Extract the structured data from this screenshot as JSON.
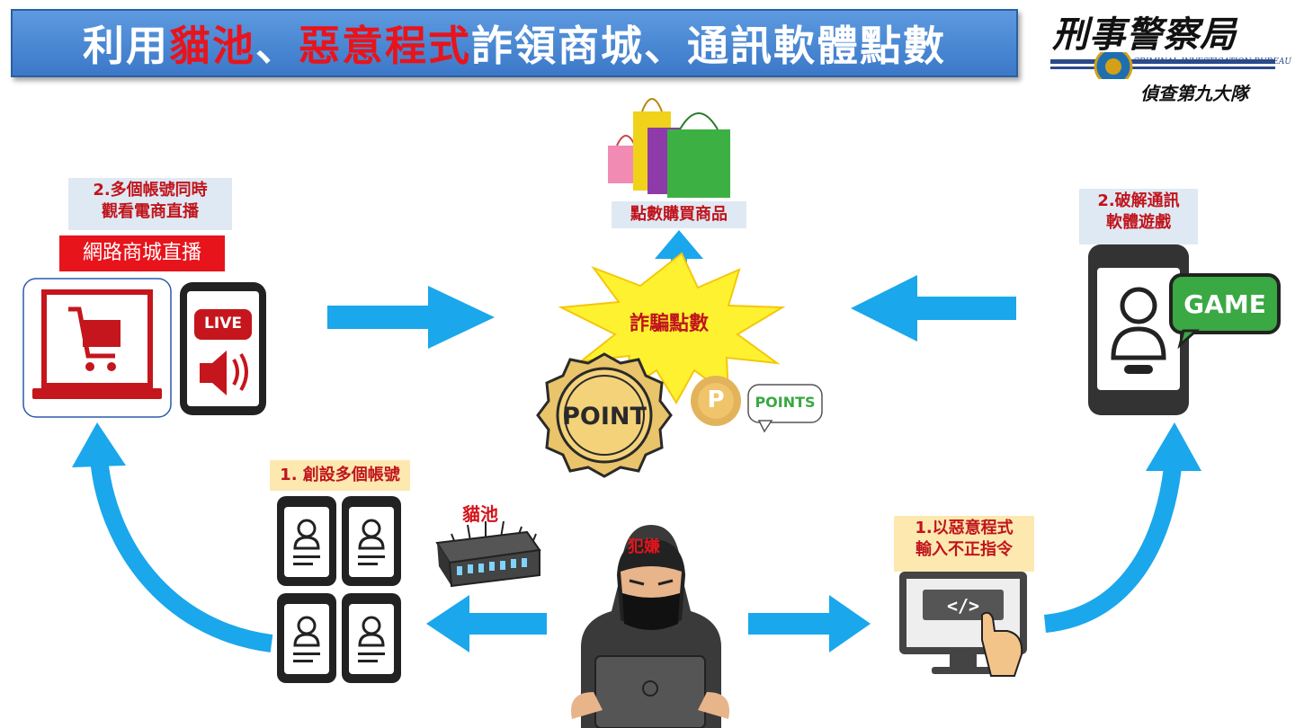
{
  "title": {
    "part1": "利用",
    "highlight1": "貓池",
    "part2": "、",
    "highlight2": "惡意程式",
    "part3": "詐領商城、通訊軟體點數"
  },
  "logo": {
    "main": "刑事警察局",
    "sub": "CRIMINAL INVESTIGATION BUREAU",
    "unit": "偵查第九大隊"
  },
  "labels": {
    "watch_line1": "2.多個帳號同時",
    "watch_line2": "觀看電商直播",
    "live_mall": "網路商城直播",
    "buy": "點數購買商品",
    "hack_line1": "2.破解通訊",
    "hack_line2": "軟體遊戲",
    "create": "1. 創設多個帳號",
    "malware_line1": "1.以惡意程式",
    "malware_line2": "輸入不正指令",
    "catpool": "貓池",
    "criminal": "犯嫌",
    "fraud_points": "詐騙點數"
  },
  "icons": {
    "live_badge": "LIVE",
    "game_badge": "GAME",
    "point_coin": "POINT",
    "points_bubble": "POINTS",
    "p_coin": "P"
  },
  "colors": {
    "arrow": "#1aa7ec",
    "title_bg": "#4a88d4",
    "highlight": "#e8141c",
    "label_blue": "#dfe9f3",
    "label_yellow": "#fde8b0",
    "coin_gold": "#e9c46a",
    "game_green": "#3aa843"
  }
}
